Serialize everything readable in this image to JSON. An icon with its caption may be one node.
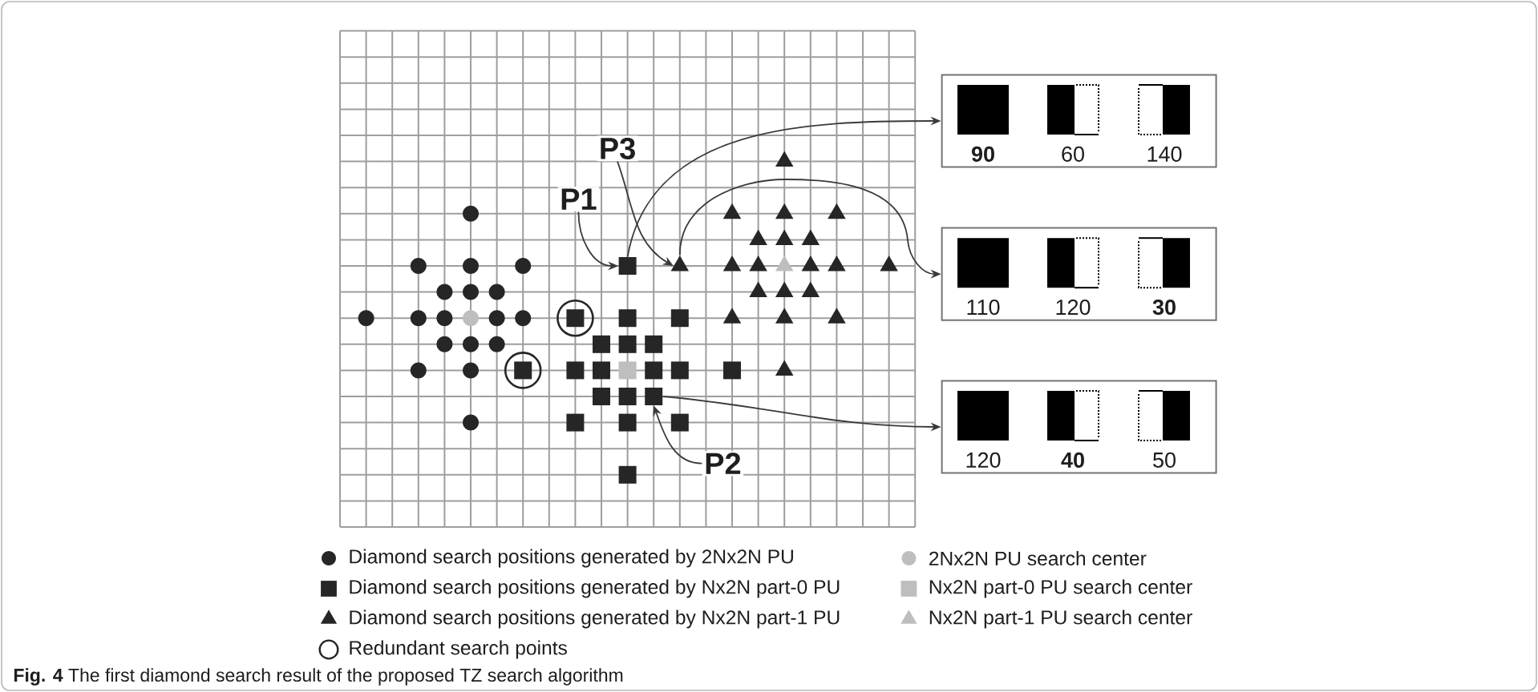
{
  "diagram": {
    "caption": "**Fig. 4** The first diamond search result of the proposed TZ search algorithm",
    "nodes": [
      {
        "text": [
          "P3"
        ]
      },
      {
        "text": [
          "P1"
        ]
      },
      {
        "text": [],
        "shape": "square"
      },
      {
        "text": [],
        "shape": "triangle"
      },
      {
        "text": [],
        "shape": "square"
      },
      {
        "text": [
          "P2"
        ]
      },
      {
        "text": [
          "90",
          "60",
          "140"
        ]
      },
      {
        "text": [
          "110",
          "120",
          "30"
        ]
      },
      {
        "text": [
          "120",
          "40",
          "50"
        ]
      },
      {
        "text": [],
        "shape": "circle"
      },
      {
        "text": [],
        "shape": "circle"
      },
      {
        "text": [],
        "shape": "circle"
      },
      {
        "text": [],
        "shape": "circle"
      },
      {
        "text": [],
        "shape": "circle"
      },
      {
        "text": [],
        "shape": "circle"
      },
      {
        "text": [],
        "shape": "circle"
      },
      {
        "text": [],
        "shape": "circle"
      },
      {
        "text": [],
        "shape": "circle"
      },
      {
        "text": [],
        "shape": "circle"
      },
      {
        "text": [],
        "shape": "circle"
      },
      {
        "text": [],
        "shape": "circle"
      },
      {
        "text": [],
        "shape": "circle"
      },
      {
        "text": [],
        "shape": "circle"
      },
      {
        "text": [],
        "shape": "circle"
      },
      {
        "text": [],
        "shape": "circle"
      },
      {
        "text": [],
        "shape": "circle"
      },
      {
        "text": [],
        "shape": "circle"
      },
      {
        "text": [],
        "shape": "circle"
      },
      {
        "text": [],
        "shape": "square"
      },
      {
        "text": [],
        "shape": "square"
      },
      {
        "text": [],
        "shape": "square"
      },
      {
        "text": [],
        "shape": "square"
      },
      {
        "text": [],
        "shape": "square"
      },
      {
        "text": [],
        "shape": "square"
      },
      {
        "text": [],
        "shape": "square"
      },
      {
        "text": [],
        "shape": "square"
      },
      {
        "text": [],
        "shape": "square"
      },
      {
        "text": [],
        "shape": "square"
      },
      {
        "text": [],
        "shape": "square"
      },
      {
        "text": [],
        "shape": "square"
      },
      {
        "text": [],
        "shape": "square"
      },
      {
        "text": [],
        "shape": "square"
      },
      {
        "text": [],
        "shape": "square"
      },
      {
        "text": [],
        "shape": "square"
      },
      {
        "text": [],
        "shape": "square"
      },
      {
        "text": [],
        "shape": "square"
      },
      {
        "text": [],
        "shape": "square"
      },
      {
        "text": [],
        "shape": "triangle"
      },
      {
        "text": [],
        "shape": "triangle"
      },
      {
        "text": [],
        "shape": "triangle"
      },
      {
        "text": [],
        "shape": "triangle"
      },
      {
        "text": [],
        "shape": "triangle"
      },
      {
        "text": [],
        "shape": "triangle"
      },
      {
        "text": [],
        "shape": "triangle"
      },
      {
        "text": [],
        "shape": "triangle"
      },
      {
        "text": [],
        "shape": "triangle"
      },
      {
        "text": [],
        "shape": "triangle"
      },
      {
        "text": [],
        "shape": "triangle"
      },
      {
        "text": [],
        "shape": "triangle"
      },
      {
        "text": [],
        "shape": "triangle"
      },
      {
        "text": [],
        "shape": "triangle"
      },
      {
        "text": [],
        "shape": "triangle"
      },
      {
        "text": [],
        "shape": "triangle"
      },
      {
        "text": [],
        "shape": "triangle"
      },
      {
        "text": [],
        "shape": "triangle"
      },
      {
        "text": [],
        "shape": "triangle"
      },
      {
        "text": [],
        "shape": "triangle"
      }
    ],
    "edges": [
      {
        "from": 0,
        "to": 3,
        "arrow": "to"
      },
      {
        "from": 1,
        "to": 2,
        "arrow": "to"
      },
      {
        "from": 2,
        "to": 6,
        "arrow": "to"
      },
      {
        "from": 3,
        "to": 7,
        "arrow": "to"
      },
      {
        "from": 5,
        "to": 4,
        "arrow": "to"
      },
      {
        "from": 4,
        "to": 8,
        "arrow": "to"
      }
    ],
    "legend": [
      {
        "text": "Diamond search positions generated by 2Nx2N PU"
      },
      {
        "text": "2Nx2N PU search center"
      },
      {
        "text": "Diamond search positions generated by Nx2N part-0 PU"
      },
      {
        "text": "Nx2N part-0 PU search center"
      },
      {
        "text": "Diamond search positions generated by Nx2N part-1 PU"
      },
      {
        "text": "Nx2N part-1 PU search center"
      },
      {
        "text": "Redundant search points"
      }
    ]
  }
}
